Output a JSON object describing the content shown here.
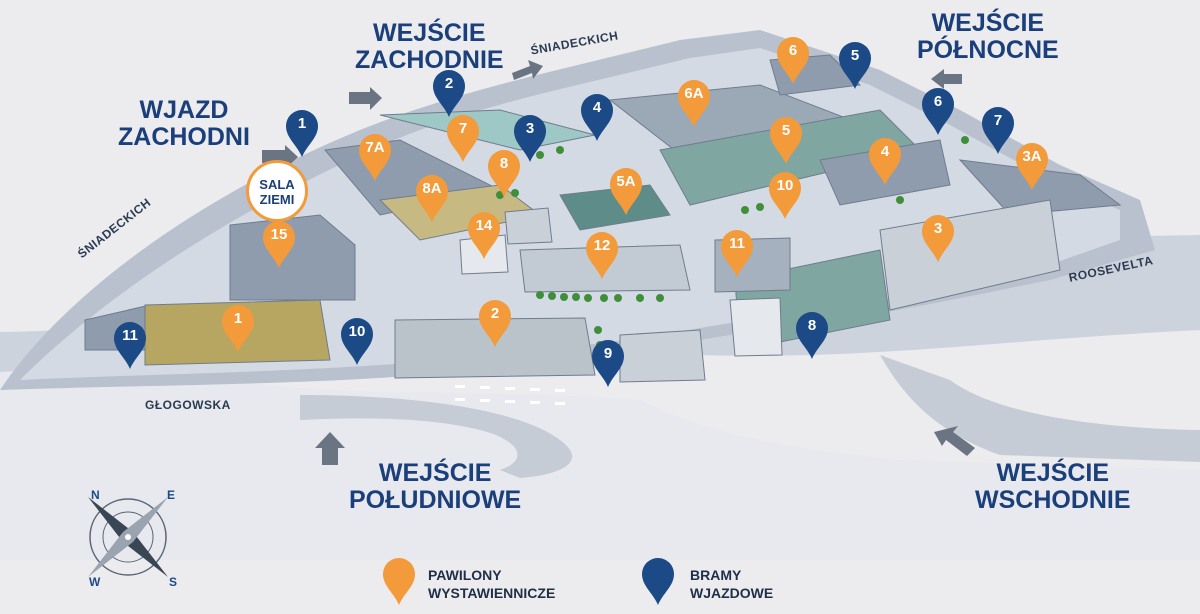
{
  "colors": {
    "pavilion": "#f39a3a",
    "gate": "#1b4a86",
    "label": "#1b3f7a"
  },
  "entrances": {
    "west_drive": "WJAZD\nZACHODNI",
    "west": "WEJŚCIE\nZACHODNIE",
    "north": "WEJŚCIE\nPÓŁNOCNE",
    "south": "WEJŚCIE\nPOŁUDNIOWE",
    "east": "WEJŚCIE\nWSCHODNIE"
  },
  "streets": {
    "sniadeckich_north": "ŚNIADECKICH",
    "sniadeckich_west": "ŚNIADECKICH",
    "glogowska": "GŁOGOWSKA",
    "roosevelta": "ROOSEVELTA"
  },
  "sala_ziemi": "SALA\nZIEMI",
  "pavilions": [
    "1",
    "2",
    "3",
    "3A",
    "4",
    "5",
    "5A",
    "6",
    "6A",
    "7",
    "7A",
    "8",
    "8A",
    "10",
    "11",
    "12",
    "14",
    "15"
  ],
  "gates": [
    "1",
    "2",
    "3",
    "4",
    "5",
    "6",
    "7",
    "8",
    "9",
    "10",
    "11"
  ],
  "legend": {
    "pavilions": "PAWILONY\nWYSTAWIENNICZE",
    "gates": "BRAMY\nWJAZDOWE"
  },
  "compass_letters": {
    "n": "N",
    "e": "E",
    "s": "S",
    "w": "W"
  }
}
